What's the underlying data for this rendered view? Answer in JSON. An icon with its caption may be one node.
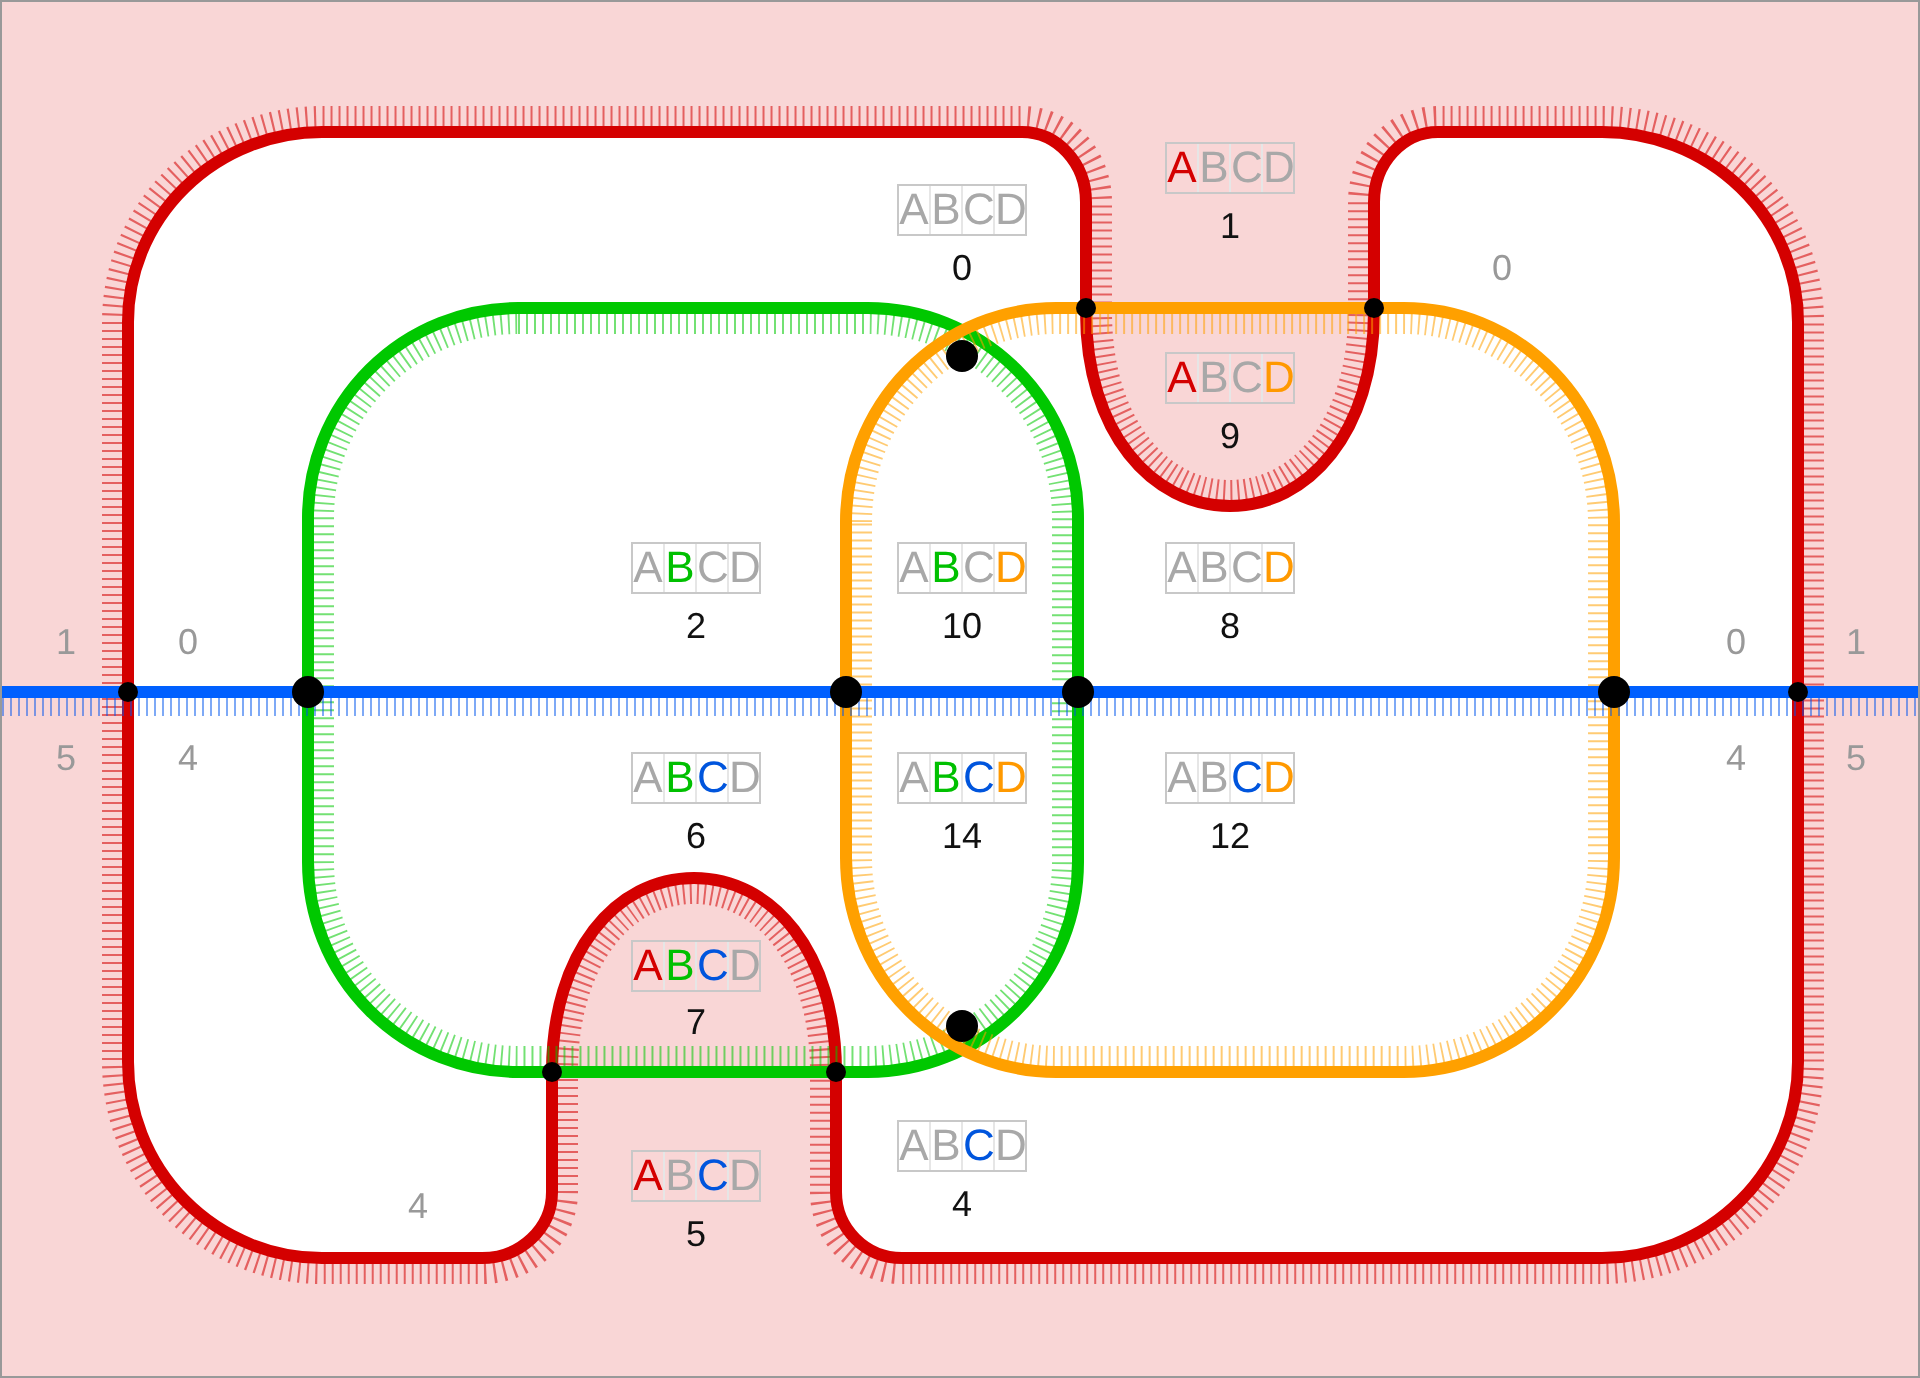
{
  "diagram": {
    "labels": [
      "ABCD",
      "1",
      "ABCD",
      "0",
      "0",
      "ABCD",
      "9",
      "ABCD",
      "2",
      "ABCD",
      "10",
      "ABCD",
      "8",
      "1",
      "0",
      "0",
      "1",
      "5",
      "4",
      "4",
      "5",
      "ABCD",
      "6",
      "ABCD",
      "14",
      "ABCD",
      "12",
      "ABCD",
      "7",
      "ABCD",
      "4",
      "ABCD",
      "5",
      "4"
    ]
  }
}
